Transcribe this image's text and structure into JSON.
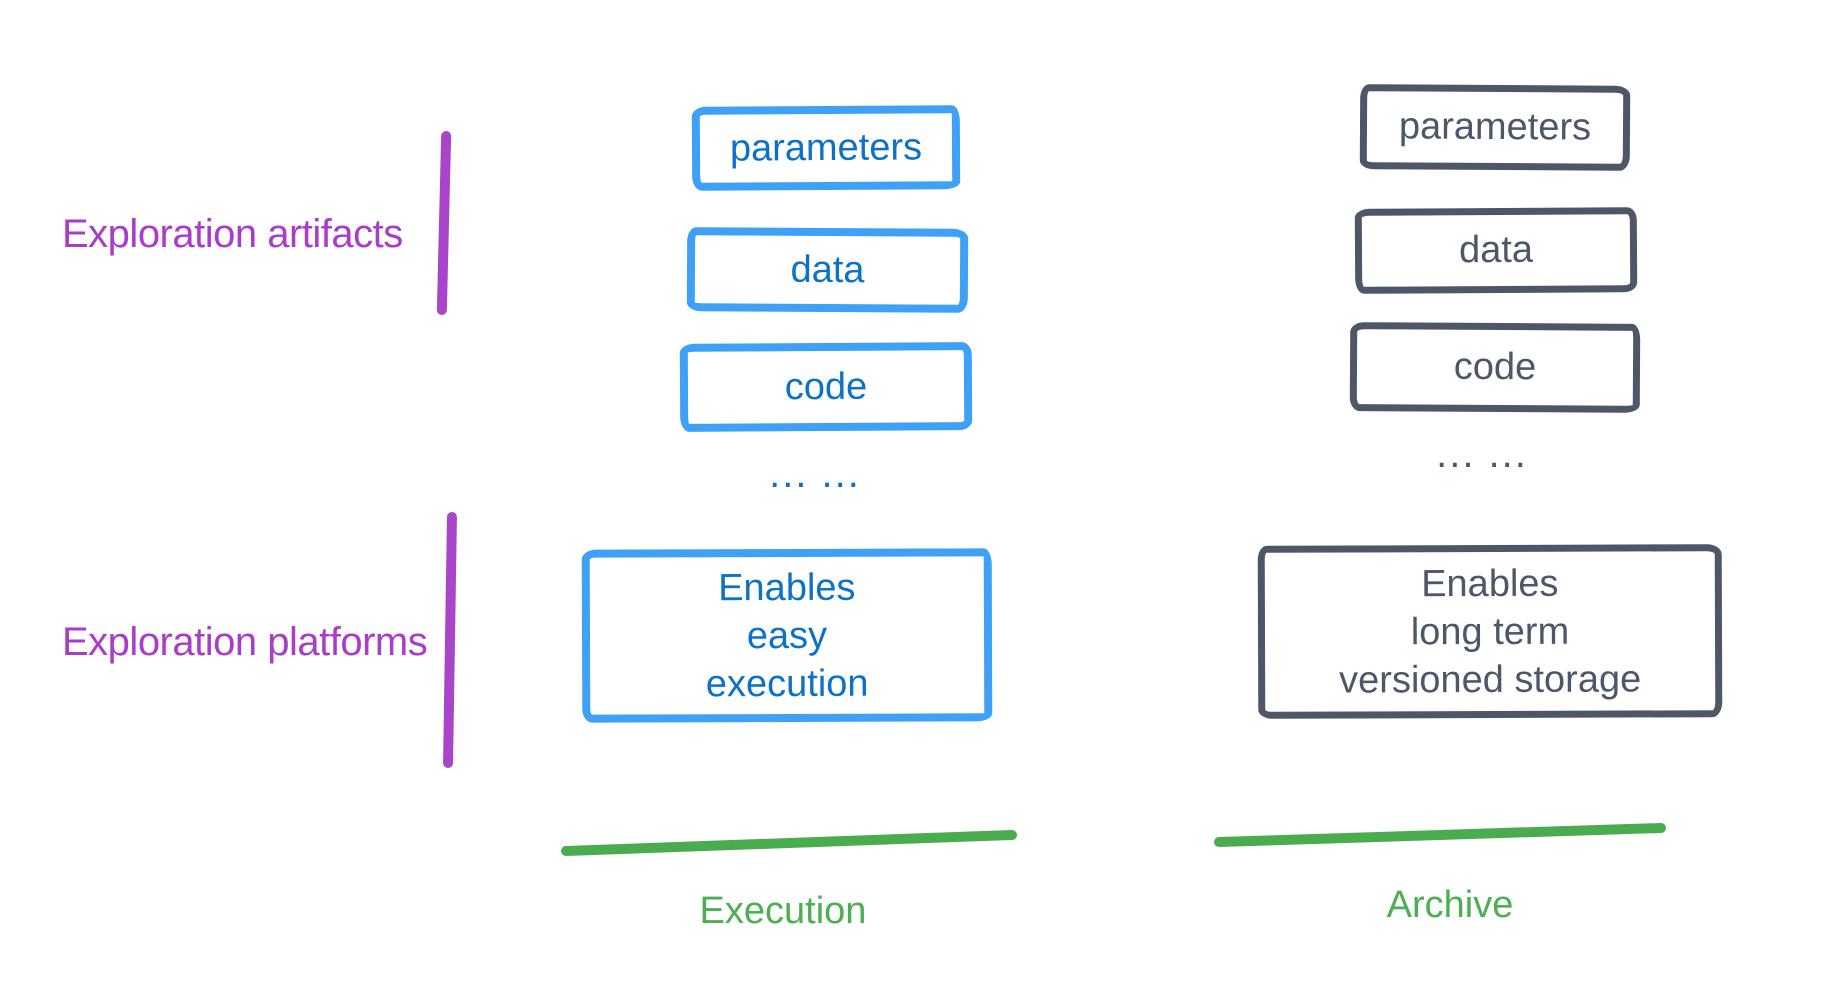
{
  "row_labels": {
    "artifacts": "Exploration artifacts",
    "platforms": "Exploration platforms"
  },
  "columns": {
    "execution": {
      "artifacts": [
        "parameters",
        "data",
        "code"
      ],
      "ellipsis": "... ...",
      "platform_lines": [
        "Enables",
        "easy",
        "execution"
      ],
      "axis_label": "Execution"
    },
    "archive": {
      "artifacts": [
        "parameters",
        "data",
        "code"
      ],
      "ellipsis": "... ...",
      "platform_lines": [
        "Enables",
        "long term",
        "versioned storage"
      ],
      "axis_label": "Archive"
    }
  },
  "colors": {
    "execution_accent": "#3ea1f6",
    "execution_text": "#0d71c7",
    "archive_accent": "#4d5768",
    "label_purple": "#a845c8",
    "underline_green": "#4aab4f",
    "axis_label_green": "#4caf54",
    "background": "#ffffff"
  }
}
